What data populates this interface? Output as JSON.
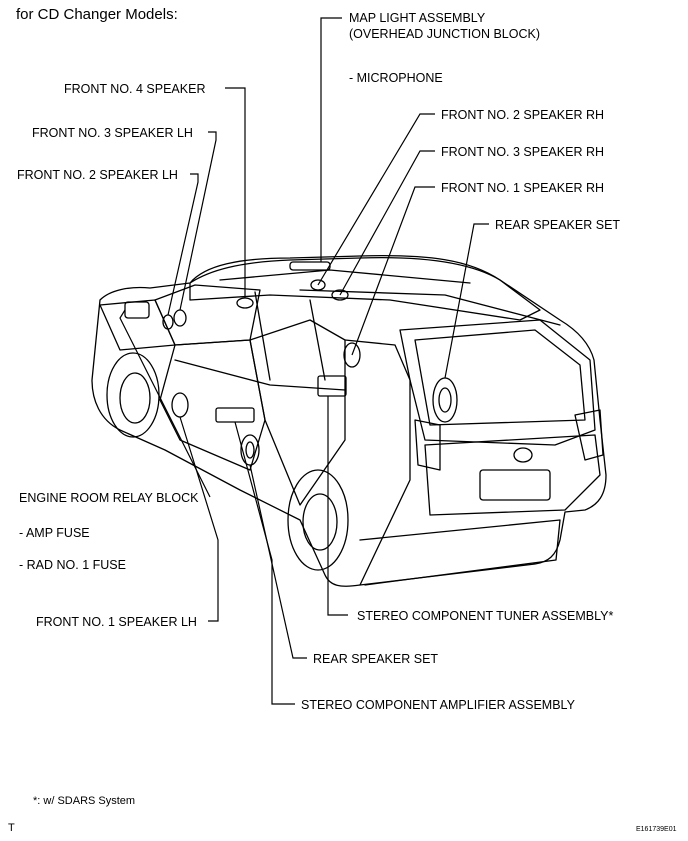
{
  "title": "for CD Changer Models:",
  "labels": {
    "map_light": "MAP LIGHT ASSEMBLY",
    "overhead_jb": "(OVERHEAD JUNCTION BLOCK)",
    "microphone": "- MICROPHONE",
    "front_no2_rh": "FRONT NO. 2 SPEAKER RH",
    "front_no3_rh": "FRONT NO. 3 SPEAKER RH",
    "front_no1_rh": "FRONT NO. 1 SPEAKER RH",
    "rear_set_right": "REAR SPEAKER SET",
    "front_no4": "FRONT NO. 4 SPEAKER",
    "front_no3_lh": "FRONT NO. 3 SPEAKER LH",
    "front_no2_lh": "FRONT NO. 2 SPEAKER LH",
    "engine_relay": "ENGINE ROOM RELAY BLOCK",
    "amp_fuse": "- AMP FUSE",
    "rad_fuse": "- RAD NO. 1 FUSE",
    "front_no1_lh": "FRONT NO. 1 SPEAKER LH",
    "tuner": "STEREO COMPONENT TUNER ASSEMBLY*",
    "rear_set_bottom": "REAR SPEAKER SET",
    "amplifier": "STEREO COMPONENT AMPLIFIER ASSEMBLY"
  },
  "footnote": "*: w/ SDARS System",
  "corner_mark": "T",
  "figure_code": "E161739E01"
}
